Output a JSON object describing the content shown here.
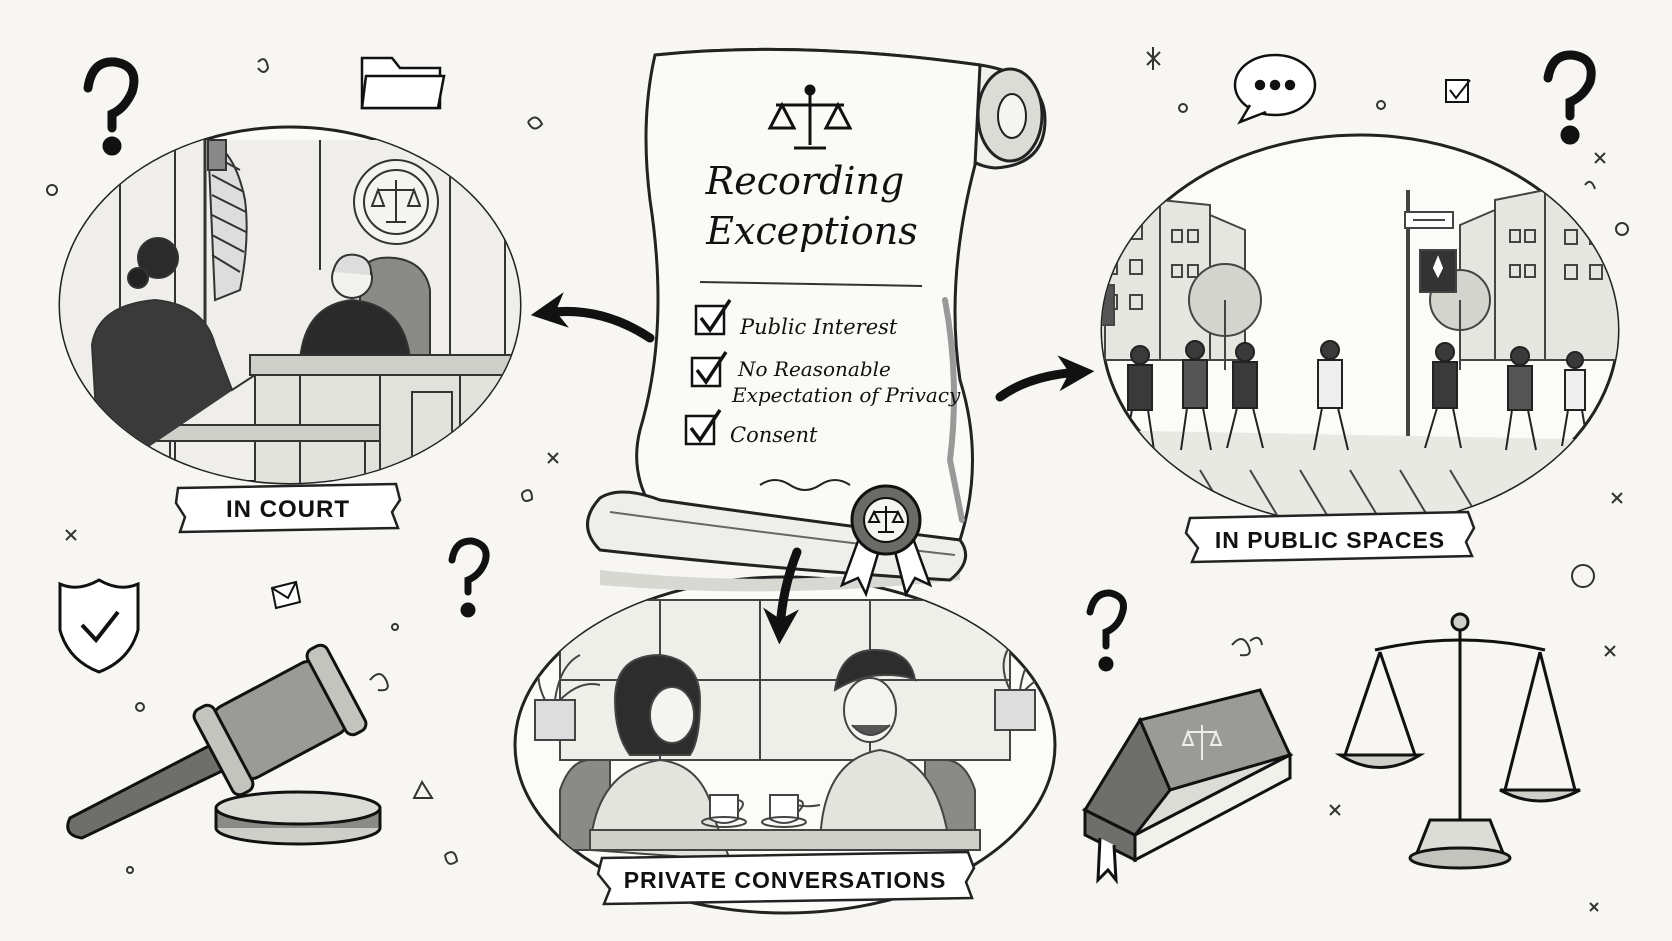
{
  "scroll": {
    "title_line1": "Recording",
    "title_line2": "Exceptions",
    "items": [
      {
        "label": "Public Interest"
      },
      {
        "label_line1": "No Reasonable",
        "label_line2": "Expectation of Privacy"
      },
      {
        "label": "Consent"
      }
    ]
  },
  "scenes": {
    "court": {
      "label": "IN COURT"
    },
    "public": {
      "label": "IN PUBLIC SPACES"
    },
    "private": {
      "label": "PRIVATE CONVERSATIONS"
    }
  },
  "icons": [
    "question-mark-icon",
    "folder-icon",
    "speech-bubble-icon",
    "checkbox-icon",
    "shield-check-icon",
    "envelope-icon",
    "gavel-icon",
    "law-book-icon",
    "scales-of-justice-icon",
    "seal-ribbon-icon",
    "arrow-icon"
  ],
  "colors": {
    "ink": "#1b1b1b",
    "paper": "#f7f6f2",
    "shade": "#9a9a96"
  }
}
